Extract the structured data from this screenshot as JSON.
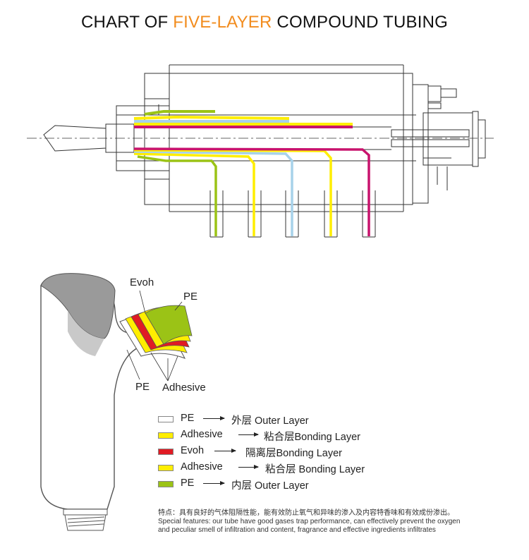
{
  "title": {
    "part1": "CHART OF ",
    "accent": "FIVE-LAYER",
    "part2": " COMPOUND TUBING"
  },
  "colors": {
    "accent": "#f28c1e",
    "pe_outer": "#ffffff",
    "adhesive": "#ffee00",
    "evoh": "#e01b24",
    "pe_inner": "#9bc316",
    "blue_layer": "#a7d2ea",
    "magenta_layer": "#c8136d"
  },
  "diagram_labels": {
    "evoh": "Evoh",
    "pe_top": "PE",
    "pe_bottom": "PE",
    "adhesive": "Adhesive"
  },
  "legend": [
    {
      "name": "PE",
      "desc": "外层 Outer Layer",
      "color": "#ffffff"
    },
    {
      "name": "Adhesive",
      "desc": "粘合层Bonding Layer",
      "color": "#ffee00"
    },
    {
      "name": "Evoh",
      "desc": "隔离层Bonding Layer",
      "color": "#e01b24"
    },
    {
      "name": "Adhesive",
      "desc": "粘合层 Bonding Layer",
      "color": "#ffee00"
    },
    {
      "name": "PE",
      "desc": "内层 Outer Layer",
      "color": "#9bc316"
    }
  ],
  "features": {
    "cn": "特点：具有良好的气体阻隔性能，能有效防止氧气和异味的渗入及内容特香味和有效成份渗出。",
    "en1": "Special features: our tube have good gases trap performance, can effectively prevent the oxygen",
    "en2": "and peculiar smell of infiltration and content, fragrance and effective ingredients infiltrates"
  }
}
